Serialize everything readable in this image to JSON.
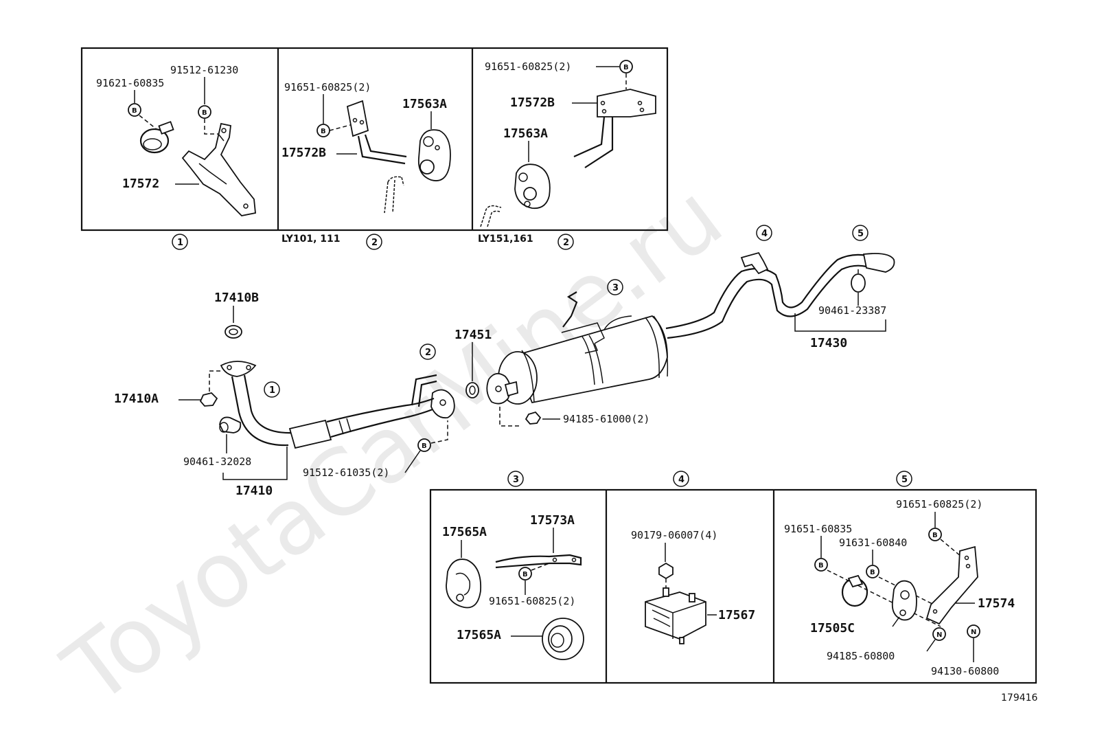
{
  "watermark": "ToyotaCarMine.ru",
  "diagram_number": "179416",
  "callouts": {
    "c1": "1",
    "c2": "2",
    "c3": "3",
    "c4": "4",
    "c5": "5"
  },
  "bolt_symbol": "B",
  "nut_symbol": "N",
  "inset_top": {
    "panel1": {
      "label_a": "91621-60835",
      "label_b": "91512-61230",
      "label_part": "17572"
    },
    "panel2a": {
      "label_bolt": "91651-60825(2)",
      "label_mount": "17563A",
      "label_bracket": "17572B",
      "caption": "LY101, 111"
    },
    "panel2b": {
      "label_bolt": "91651-60825(2)",
      "label_bracket": "17572B",
      "label_mount": "17563A",
      "caption": "LY151,161"
    }
  },
  "main": {
    "l_17410B": "17410B",
    "l_17410A": "17410A",
    "l_90461_32028": "90461-32028",
    "l_17410": "17410",
    "l_91512_61035": "91512-61035(2)",
    "l_17451": "17451",
    "l_94185_61000": "94185-61000(2)",
    "l_90461_23387": "90461-23387",
    "l_17430": "17430"
  },
  "inset_bottom": {
    "panel3": {
      "l_17565A_top": "17565A",
      "l_17573A": "17573A",
      "l_bolt": "91651-60825(2)",
      "l_17565A_bottom": "17565A"
    },
    "panel4": {
      "l_bolt": "90179-06007(4)",
      "l_17567": "17567"
    },
    "panel5": {
      "l_bolt_a": "91651-60825(2)",
      "l_bolt_b": "91651-60835",
      "l_bolt_c": "91631-60840",
      "l_17574": "17574",
      "l_17505C": "17505C",
      "l_nut_a": "94185-60800",
      "l_nut_b": "94130-60800"
    }
  }
}
